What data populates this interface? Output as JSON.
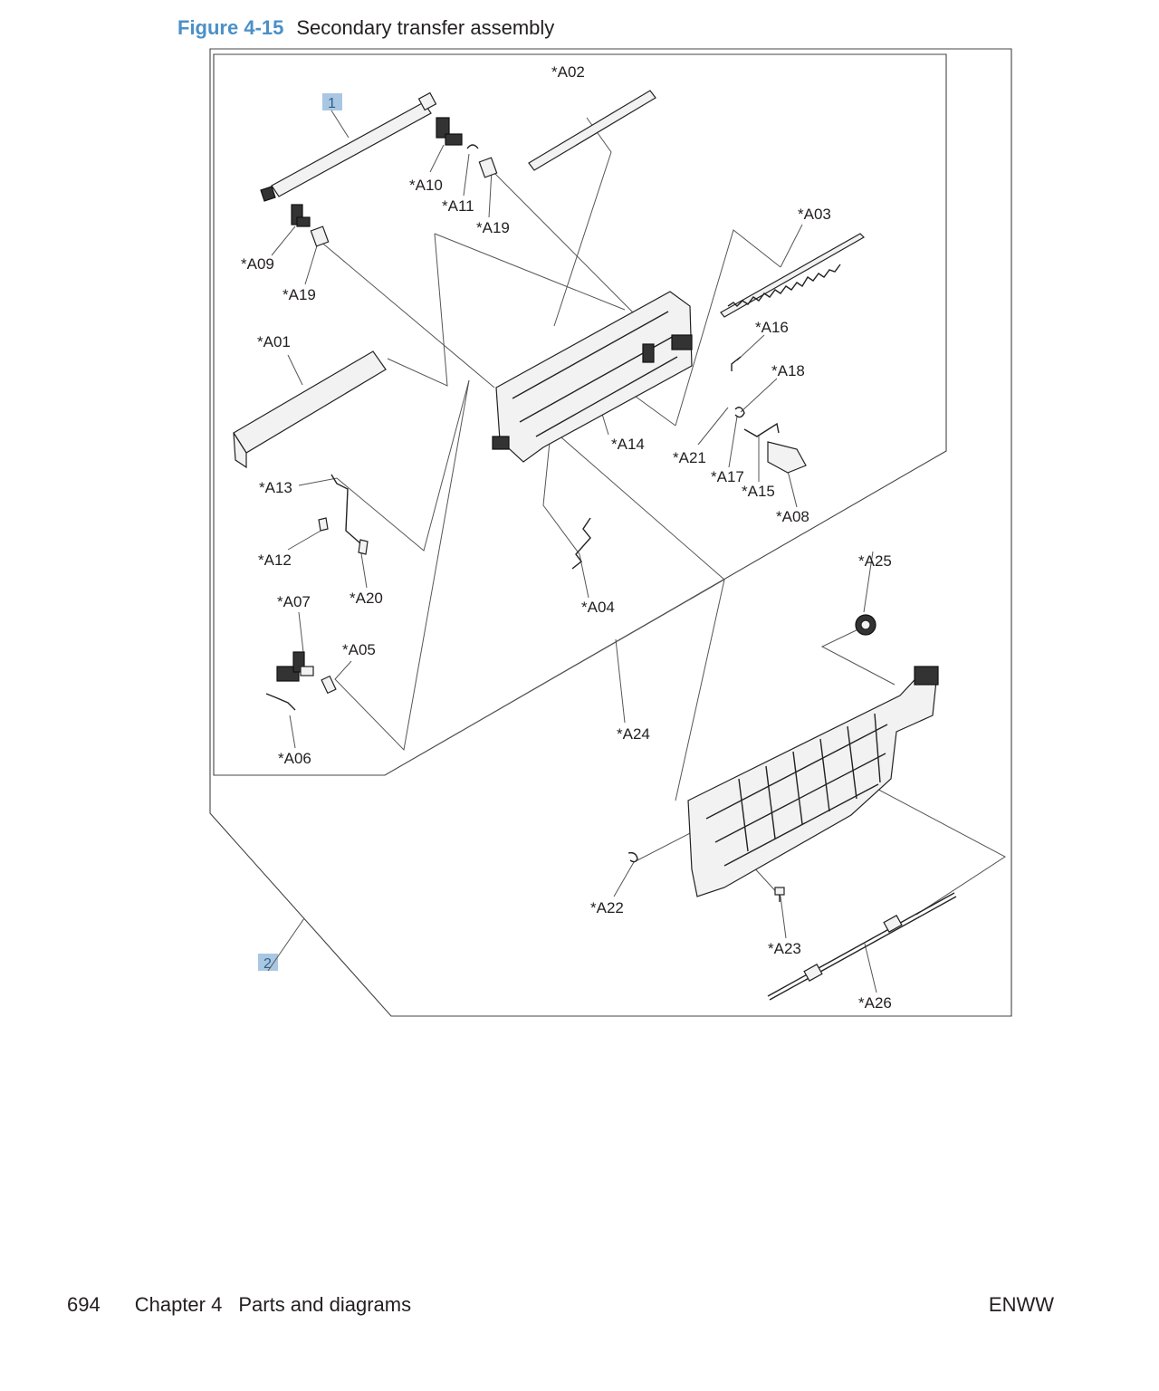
{
  "figure": {
    "number": "Figure 4-15",
    "title": "Secondary transfer assembly"
  },
  "callouts": [
    "1",
    "2"
  ],
  "part_labels": [
    "*A01",
    "*A02",
    "*A03",
    "*A04",
    "*A05",
    "*A06",
    "*A07",
    "*A08",
    "*A09",
    "*A10",
    "*A11",
    "*A12",
    "*A13",
    "*A14",
    "*A15",
    "*A16",
    "*A17",
    "*A18",
    "*A19",
    "*A19",
    "*A20",
    "*A21",
    "*A22",
    "*A23",
    "*A24",
    "*A25",
    "*A26"
  ],
  "footer": {
    "page_number": "694",
    "chapter": "Chapter 4",
    "section": "Parts and diagrams",
    "right": "ENWW"
  },
  "colors": {
    "figure_number": "#4a90c8",
    "callout_fill": "#a9c7e2"
  }
}
